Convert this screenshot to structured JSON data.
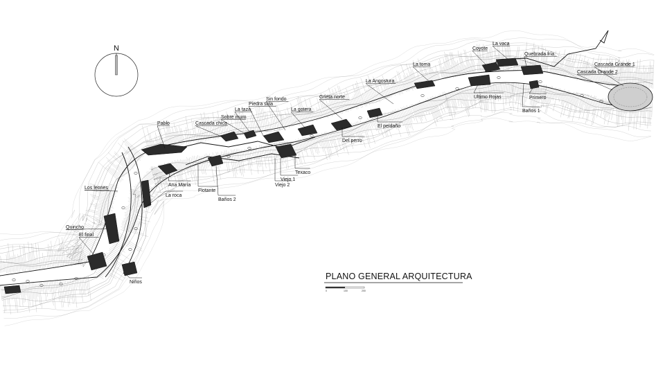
{
  "title": "PLANO GENERAL ARQUITECTURA",
  "north": "N",
  "scale_ticks": [
    "0",
    "100",
    "200"
  ],
  "colors": {
    "ink": "#111111",
    "contour": "#6b6b6b",
    "hatch": "#333333",
    "background": "#ffffff"
  },
  "labels": [
    {
      "id": "pablo",
      "text": "Pablo"
    },
    {
      "id": "cascada-chica",
      "text": "Cascada chica"
    },
    {
      "id": "sobre-muro",
      "text": "Sobre muro"
    },
    {
      "id": "la-taza",
      "text": "La taza"
    },
    {
      "id": "piedra-sola",
      "text": "Piedra sola"
    },
    {
      "id": "sin-fondo",
      "text": "Sin fondo"
    },
    {
      "id": "la-gotera",
      "text": "La gotera"
    },
    {
      "id": "grieta-norte",
      "text": "Grieta norte"
    },
    {
      "id": "la-angostura",
      "text": "La Angostura"
    },
    {
      "id": "la-toma",
      "text": "La toma"
    },
    {
      "id": "coyote",
      "text": "Coyote"
    },
    {
      "id": "la-vaca",
      "text": "La vaca"
    },
    {
      "id": "quebrada-fria",
      "text": "Quebrada fría"
    },
    {
      "id": "cascada-grande-1",
      "text": "Cascada Grande 1"
    },
    {
      "id": "cascada-grande-2",
      "text": "Cascada Grande 2"
    },
    {
      "id": "ultimo-rojas",
      "text": "Ultimo Rojas"
    },
    {
      "id": "primero",
      "text": "Primero"
    },
    {
      "id": "banos-1",
      "text": "Baños 1"
    },
    {
      "id": "el-peldano",
      "text": "El peldaño"
    },
    {
      "id": "del-perro",
      "text": "Del perro"
    },
    {
      "id": "texaco",
      "text": "Texaco"
    },
    {
      "id": "viejo-1",
      "text": "Viejo 1"
    },
    {
      "id": "viejo-2",
      "text": "Viejo 2"
    },
    {
      "id": "flotante",
      "text": "Flotante"
    },
    {
      "id": "banos-2",
      "text": "Baños 2"
    },
    {
      "id": "ana-maria",
      "text": "Ana María"
    },
    {
      "id": "la-roca",
      "text": "La roca"
    },
    {
      "id": "los-leones",
      "text": "Los leones"
    },
    {
      "id": "quincho",
      "text": "Quincho"
    },
    {
      "id": "el-final",
      "text": "El final"
    },
    {
      "id": "ninos",
      "text": "Niños"
    }
  ]
}
